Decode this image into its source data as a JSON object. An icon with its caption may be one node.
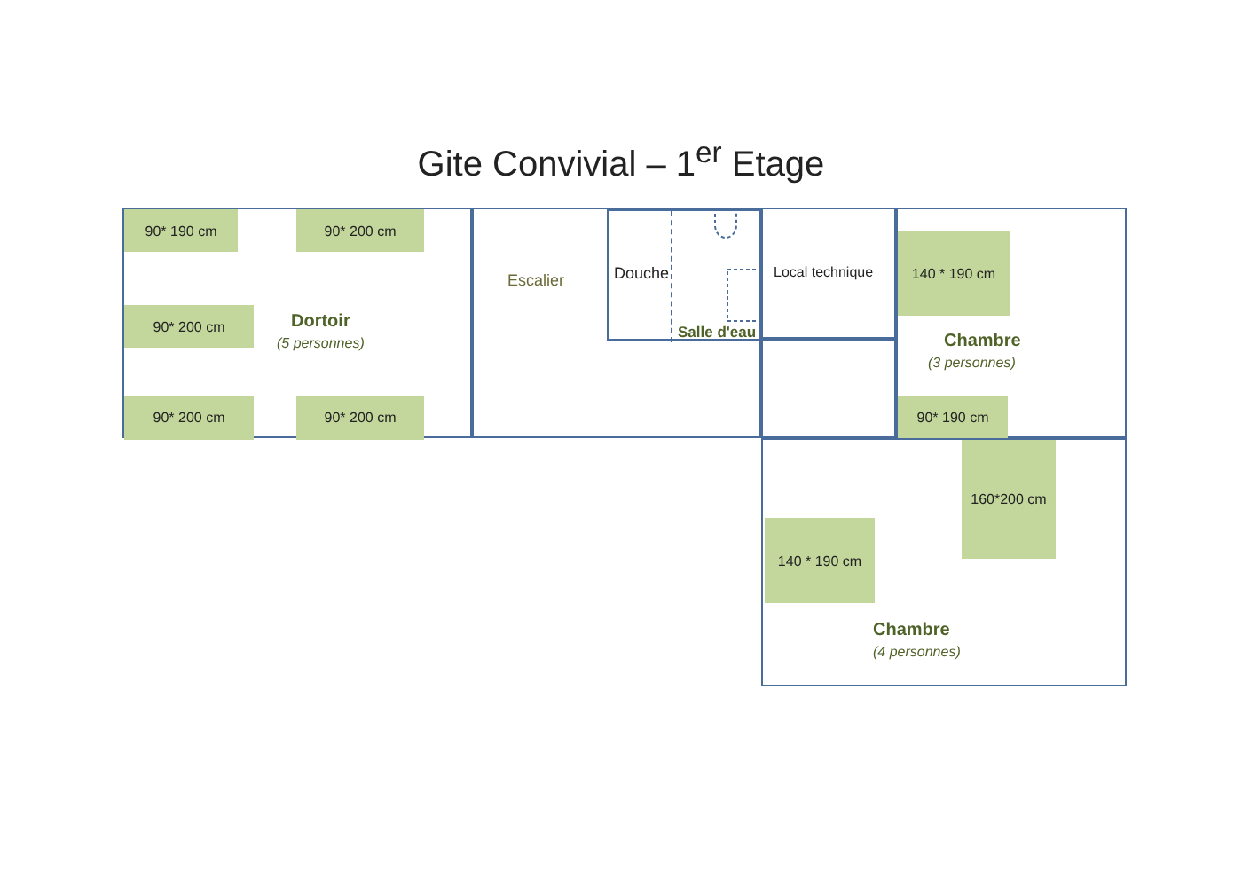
{
  "diagram": {
    "title": "Gite Convivial – 1$^{er}$ Etage",
    "nodes": [
      {
        "text": [
          "Dortoir",
          "(5 personnes)"
        ]
      },
      {
        "text": [
          "90* 190 cm"
        ],
        "in": 0
      },
      {
        "text": [
          "90* 200 cm"
        ],
        "in": 0
      },
      {
        "text": [
          "90* 200 cm"
        ],
        "in": 0
      },
      {
        "text": [
          "90* 200 cm"
        ],
        "in": 0
      },
      {
        "text": [
          "90* 200 cm"
        ],
        "in": 0
      },
      {
        "text": [
          "Escalier"
        ]
      },
      {
        "text": [
          "Salle d'eau"
        ],
        "in": 6
      },
      {
        "text": [
          "Douche"
        ],
        "in": 7
      },
      {
        "text": [
          "Local technique"
        ]
      },
      {
        "text": [],
        "shape": "box"
      },
      {
        "text": [
          "Chambre",
          "(3 personnes)"
        ]
      },
      {
        "text": [
          "140 * 190 cm"
        ],
        "in": 11
      },
      {
        "text": [
          "90* 190 cm"
        ],
        "in": 11
      },
      {
        "text": [
          "Chambre",
          "(4 personnes)"
        ]
      },
      {
        "text": [
          "160*200 cm"
        ],
        "in": 14
      },
      {
        "text": [
          "140 * 190 cm"
        ],
        "in": 14
      }
    ]
  }
}
